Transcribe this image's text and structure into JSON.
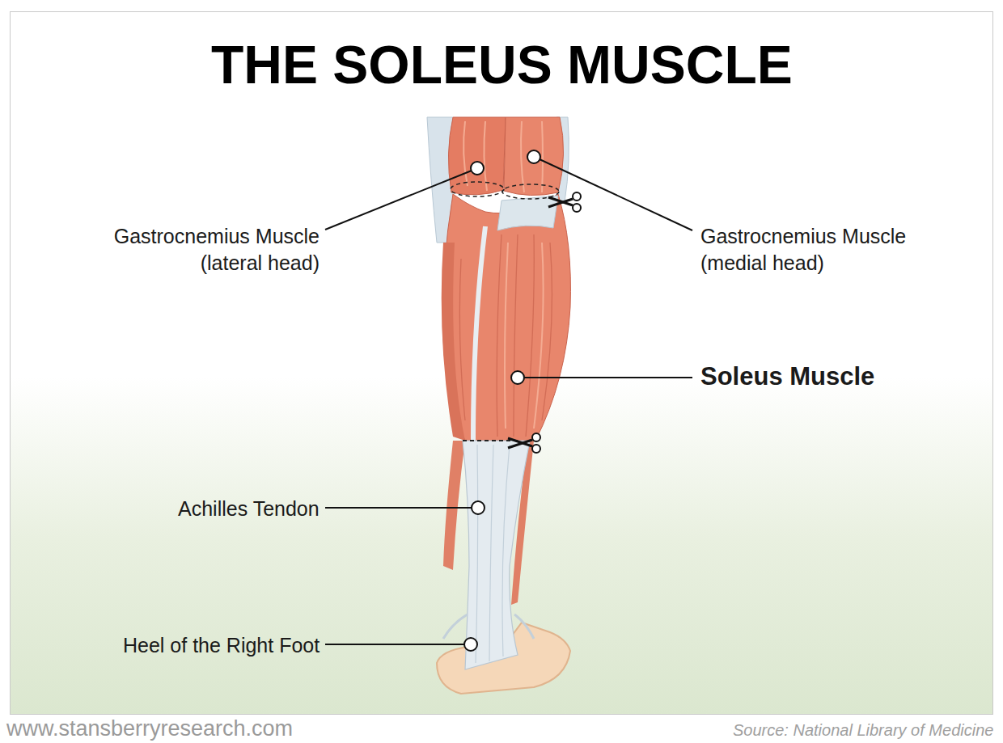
{
  "diagram": {
    "title": "THE SOLEUS MUSCLE",
    "labels": [
      "Gastrocnemius Muscle (lateral head)",
      "Gastrocnemius Muscle (medial head)",
      "Soleus Muscle",
      "Achilles Tendon",
      "Heel of the Right Foot",
      "www.stansberryresearch.com",
      "Source: National Library of Medicine"
    ]
  }
}
